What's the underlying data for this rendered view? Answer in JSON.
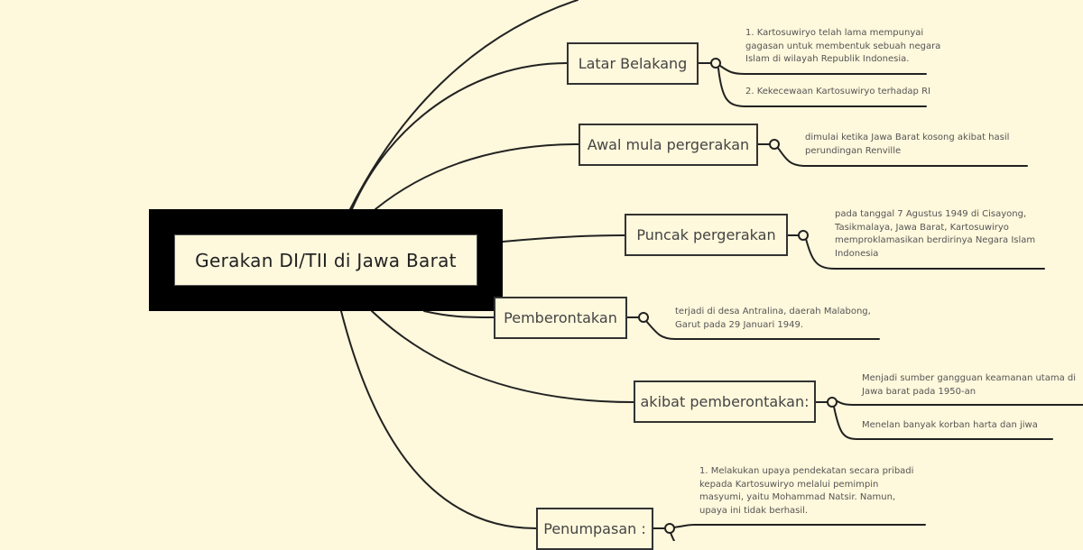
{
  "central_topic": "Gerakan DI/TII di Jawa Barat",
  "colors": {
    "background": "#fef8dc",
    "line": "#222222",
    "central_fill": "#000000"
  },
  "branches": [
    {
      "label": "Latar Belakang",
      "notes": [
        "1. Kartosuwiryo telah lama mempunyai gagasan untuk membentuk sebuah negara Islam di wilayah Republik Indonesia.",
        "2. Kekecewaan Kartosuwiryo terhadap RI"
      ]
    },
    {
      "label": "Awal mula pergerakan",
      "notes": [
        "dimulai ketika Jawa Barat kosong akibat hasil perundingan Renville"
      ]
    },
    {
      "label": "Puncak pergerakan",
      "notes": [
        "pada tanggal 7 Agustus 1949 di Cisayong, Tasikmalaya, Jawa Barat, Kartosuwiryo memproklamasikan berdirinya Negara Islam Indonesia"
      ]
    },
    {
      "label": "Pemberontakan",
      "notes": [
        "terjadi di desa Antralina, daerah Malabong, Garut pada 29 Januari 1949."
      ]
    },
    {
      "label": "akibat pemberontakan:",
      "notes": [
        "Menjadi sumber gangguan keamanan utama di Jawa barat pada 1950-an",
        "Menelan banyak korban harta dan jiwa"
      ]
    },
    {
      "label": "Penumpasan :",
      "notes": [
        "1. Melakukan upaya pendekatan secara pribadi kepada Kartosuwiryo melalui pemimpin masyumi, yaitu Mohammad Natsir. Namun, upaya ini tidak berhasil."
      ]
    }
  ]
}
